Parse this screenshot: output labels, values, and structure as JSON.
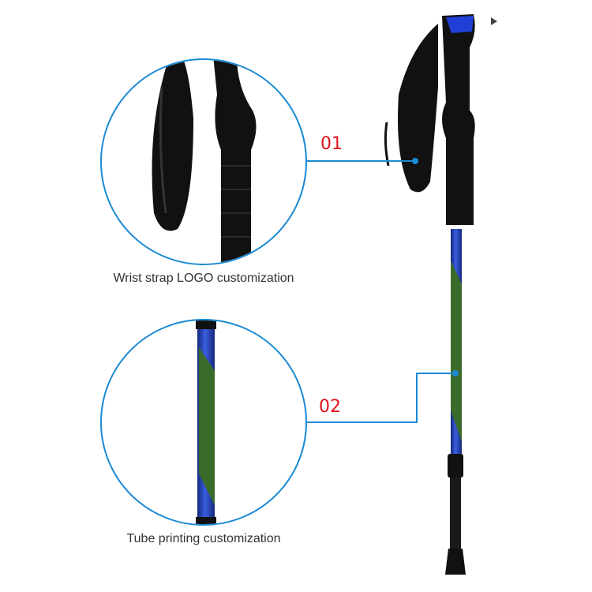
{
  "callouts": [
    {
      "number": "01",
      "caption": "Wrist strap LOGO customization"
    },
    {
      "number": "02",
      "caption": "Tube printing customization"
    }
  ],
  "colors": {
    "accent_line": "#1a8ad4",
    "number_red": "#e0141e",
    "tube_blue": "#1f3fb0",
    "print_green": "#3a6b2a"
  }
}
